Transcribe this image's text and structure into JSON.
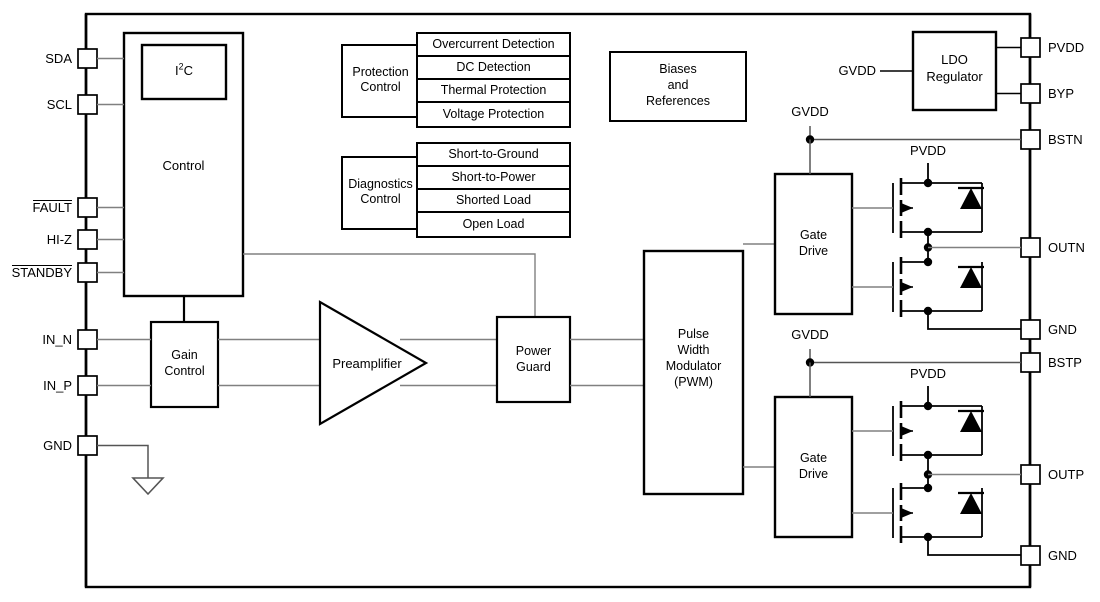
{
  "diagram": {
    "title": "Class-D Audio Amplifier Functional Block Diagram",
    "stroke_color": "#000000",
    "thin_line_color": "#808080",
    "fill_color": "#ffffff"
  },
  "pins_left": [
    {
      "name": "SDA",
      "overline": false
    },
    {
      "name": "SCL",
      "overline": false
    },
    {
      "name": "FAULT",
      "overline": true
    },
    {
      "name": "HI-Z",
      "overline": false
    },
    {
      "name": "STANDBY",
      "overline": true
    },
    {
      "name": "IN_N",
      "overline": false
    },
    {
      "name": "IN_P",
      "overline": false
    },
    {
      "name": "GND",
      "overline": false
    }
  ],
  "pins_right": [
    {
      "name": "PVDD"
    },
    {
      "name": "BYP"
    },
    {
      "name": "BSTN"
    },
    {
      "name": "OUTN"
    },
    {
      "name": "GND"
    },
    {
      "name": "BSTP"
    },
    {
      "name": "OUTP"
    },
    {
      "name": "GND"
    }
  ],
  "blocks": {
    "control": "Control",
    "i2c": "I²C",
    "protection_control": "Protection\nControl",
    "protection_control_l1": "Protection",
    "protection_control_l2": "Control",
    "diagnostics_control_l1": "Diagnostics",
    "diagnostics_control_l2": "Control",
    "biases_l1": "Biases",
    "biases_l2": "and",
    "biases_l3": "References",
    "gain_control_l1": "Gain",
    "gain_control_l2": "Control",
    "preamplifier": "Preamplifier",
    "power_guard_l1": "Power",
    "power_guard_l2": "Guard",
    "pwm_l1": "Pulse",
    "pwm_l2": "Width",
    "pwm_l3": "Modulator",
    "pwm_l4": "(PWM)",
    "gate_drive_top_l1": "Gate",
    "gate_drive_top_l2": "Drive",
    "gate_drive_bot_l1": "Gate",
    "gate_drive_bot_l2": "Drive",
    "ldo_l1": "LDO",
    "ldo_l2": "Regulator"
  },
  "protection_items": [
    "Overcurrent Detection",
    "DC Detection",
    "Thermal Protection",
    "Voltage Protection"
  ],
  "diagnostics_items": [
    "Short-to-Ground",
    "Short-to-Power",
    "Shorted Load",
    "Open Load"
  ],
  "net_labels": {
    "gvdd_ldo": "GVDD",
    "gvdd_bstn": "GVDD",
    "gvdd_bstp": "GVDD",
    "pvdd_top": "PVDD",
    "pvdd_bottom": "PVDD"
  },
  "symbols": {
    "ground": "ground-symbol",
    "mosfet": "n-mosfet",
    "body_diode": "body-diode",
    "junction": "junction-dot"
  }
}
